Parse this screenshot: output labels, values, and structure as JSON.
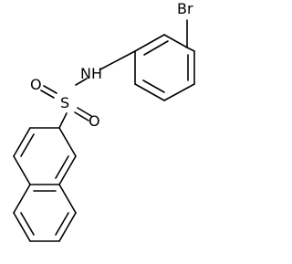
{
  "molecule": {
    "atoms": {
      "bromine": "Br",
      "amine": "NH",
      "sulfur": "S",
      "oxygen_1": "O",
      "oxygen_2": "O"
    }
  }
}
